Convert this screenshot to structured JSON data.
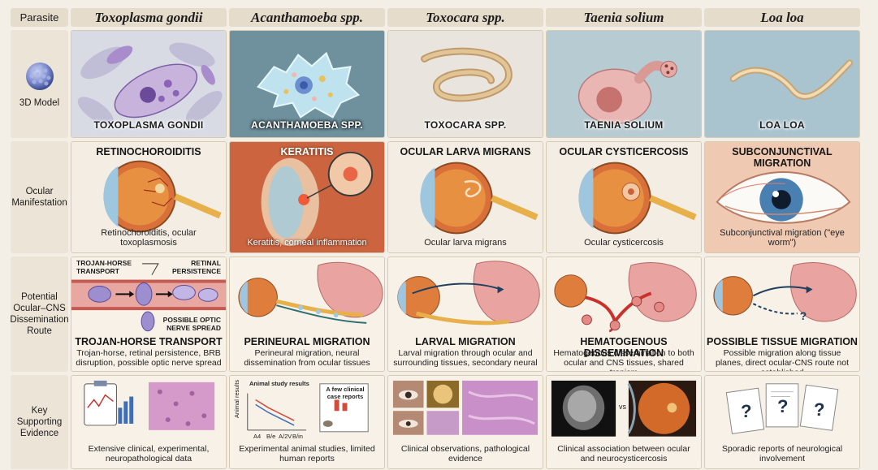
{
  "header": {
    "col0": "Parasite",
    "parasites": [
      "Toxoplasma gondii",
      "Acanthamoeba spp.",
      "Toxocara spp.",
      "Taenia solium",
      "Loa loa"
    ]
  },
  "rows": {
    "model": "3D Model",
    "manifestation": "Ocular Manifestation",
    "route": "Potential Ocular–CNS Dissemination Route",
    "evidence": "Key Supporting Evidence"
  },
  "models": [
    "TOXOPLASMA GONDII",
    "ACANTHAMOEBA SPP.",
    "TOXOCARA SPP.",
    "TAENIA SOLIUM",
    "LOA LOA"
  ],
  "manifestations": [
    {
      "title": "RETINOCHOROIDITIS",
      "caption": "Retinochoroiditis, ocular toxoplasmosis"
    },
    {
      "title": "KERATITIS",
      "caption": "Keratitis, corneal inflammation"
    },
    {
      "title": "OCULAR LARVA MIGRANS",
      "caption": "Ocular larva migrans"
    },
    {
      "title": "OCULAR CYSTICERCOSIS",
      "caption": "Ocular cysticercosis"
    },
    {
      "title": "SUBCONJUNCTIVAL MIGRATION",
      "caption": "Subconjunctival migration (\"eye worm\")"
    }
  ],
  "routes": [
    {
      "title": "TROJAN-HORSE TRANSPORT",
      "desc": "Trojan-horse, retinal persistence, BRB disruption, possible optic nerve spread",
      "labels": {
        "a": "TROJAN-HORSE TRANSPORT",
        "b": "RETINAL PERSISTENCE",
        "c": "POSSIBLE OPTIC NERVE SPREAD"
      }
    },
    {
      "title": "PERINEURAL MIGRATION",
      "desc": "Perineural migration, neural dissemination from ocular tissues"
    },
    {
      "title": "LARVAL MIGRATION",
      "desc": "Larval migration through ocular and surrounding tissues, secondary neural"
    },
    {
      "title": "HEMATOGENOUS DISSEMINATION",
      "desc": "Hematogenous dissemination to both ocular and CNS tissues, shared tropism"
    },
    {
      "title": "POSSIBLE TISSUE MIGRATION",
      "desc": "Possible migration along tissue planes, direct ocular-CNS route not established"
    }
  ],
  "evidence": [
    {
      "caption": "Extensive clinical, experimental, neuropathological data"
    },
    {
      "caption": "Experimental animal studies, limited human reports",
      "chart_label": "Animal study results",
      "ylabel": "Animal results",
      "ticks": [
        "A4",
        "B/e",
        "A/2V",
        "B/in"
      ],
      "box": "A few clinical case reports"
    },
    {
      "caption": "Clinical observations, pathological evidence"
    },
    {
      "caption": "Clinical association between ocular and neurocysticercosis",
      "vs": "vs"
    },
    {
      "caption": "Sporadic reports of neurological involvement",
      "mark": "?"
    }
  ]
}
